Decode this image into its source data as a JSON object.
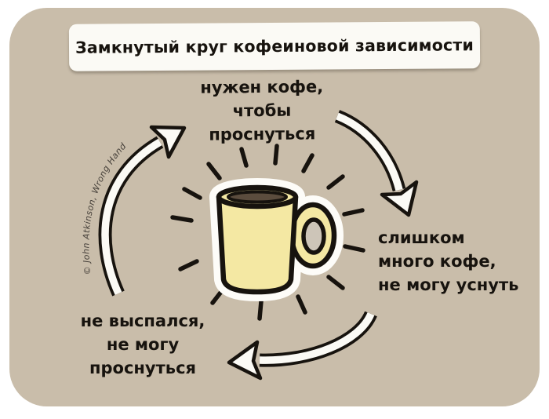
{
  "title": {
    "text": "Замкнутый круг кофеиновой зависимости"
  },
  "cycle": {
    "stages": [
      {
        "name": "need-coffee-to-wake-up",
        "lines": [
          "нужен кофе,",
          "чтобы",
          "проснуться"
        ]
      },
      {
        "name": "too-much-coffee-cant-sleep",
        "lines": [
          "слишком",
          "много кофе,",
          "не могу уснуть"
        ]
      },
      {
        "name": "underslept-cant-wake-up",
        "lines": [
          "не выспался,",
          "не могу",
          "проснуться"
        ]
      }
    ]
  },
  "credit": {
    "text": "© John Atkinson, Wrong Hands"
  },
  "colors": {
    "page_background": "#ffffff",
    "panel_background": "#c9bdaa",
    "paper_white": "#fbfaf5",
    "ink_black": "#17130e",
    "mug_yellow": "#f4e8a3",
    "coffee_brown": "#5b4c3d",
    "handle_hole": "#cdc5b8"
  },
  "icons": {
    "mug": "coffee-mug-icon",
    "radiance": "radiance-dashes-icon",
    "arrows": [
      "cycle-arrow-top-right-icon",
      "cycle-arrow-bottom-icon",
      "cycle-arrow-left-icon"
    ]
  }
}
